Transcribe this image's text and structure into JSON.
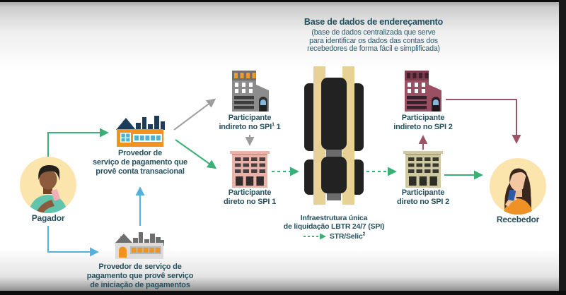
{
  "diagram": {
    "title_block": {
      "title": "Base de dados de endereçamento",
      "subtitle_lines": [
        "(base de dados centralizada que serve",
        "para identificar os dados das contas dos",
        "recebedores de forma fácil e simplificada)"
      ]
    },
    "payer": {
      "label": "Pagador"
    },
    "receiver": {
      "label": "Recebedor"
    },
    "psp_account": {
      "lines": [
        "Provedor de",
        "serviço de pagamento que",
        "provê conta transacional"
      ]
    },
    "psp_initiation": {
      "lines": [
        "Provedor de serviço de",
        "pagamento que provê serviço",
        "de iniciação de pagamentos"
      ]
    },
    "indirect1": {
      "line1": "Participante",
      "line2_pre": "indireto no SPI",
      "line2_sup": "1",
      "line2_post": " 1"
    },
    "direct1": {
      "line1": "Participante",
      "line2": "direto no SPI 1"
    },
    "indirect2": {
      "line1": "Participante",
      "line2": "indireto no SPI 2"
    },
    "direct2": {
      "line1": "Participante",
      "line2": "direto no SPI 2"
    },
    "infrastructure": {
      "line1": "Infraestrutura única",
      "line2": "de liquidação LBTR 24/7 (SPI)",
      "legend_label": "STR/Selic",
      "legend_sup": "2"
    },
    "colors": {
      "text": "#26505d",
      "arrow_green": "#3aaf76",
      "arrow_blue": "#54b0dd",
      "arrow_gray": "#9d9d9d",
      "arrow_maroon": "#9d5266",
      "building_orange": "#f0931f",
      "roof_navy": "#1c3c57",
      "window_teal": "#4db3cc",
      "building_pink": "#e9b3aa",
      "building_maroon": "#9b4f63",
      "building_tan": "#cfc9a2",
      "infra_tan": "#e8d194",
      "infra_black": "#222222",
      "avatar_circle": "#fce4ad"
    }
  }
}
